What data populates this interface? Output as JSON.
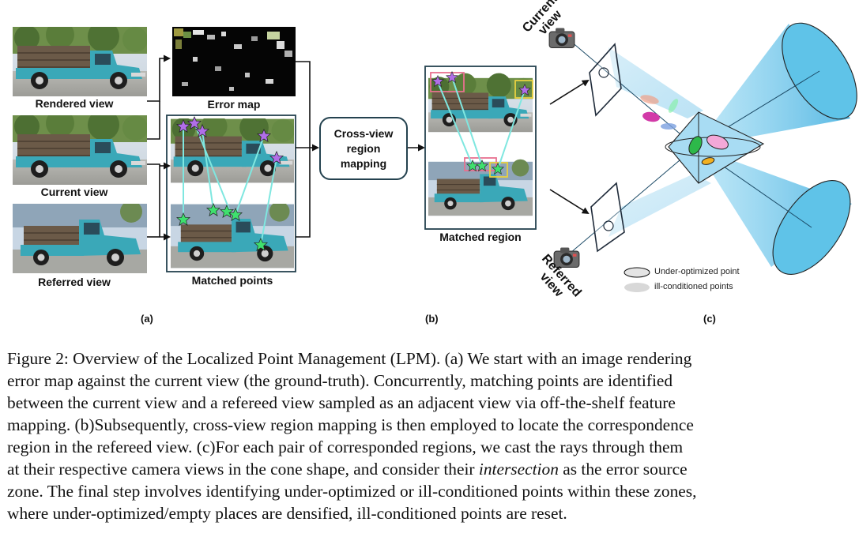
{
  "panel_a": {
    "rendered_label": "Rendered view",
    "current_label": "Current view",
    "referred_label": "Referred view",
    "error_label": "Error map",
    "matched_label": "Matched points",
    "panel_tag": "(a)"
  },
  "panel_b": {
    "box_line1": "Cross-view",
    "box_line2": "region",
    "box_line3": "mapping",
    "matched_region_label": "Matched region",
    "panel_tag": "(b)"
  },
  "panel_c": {
    "current_view_line1": "Current",
    "current_view_line2": "view",
    "referred_view_line1": "Referred",
    "referred_view_line2": "view",
    "legend_under": "Under-optimized point",
    "legend_ill": "ill-conditioned points",
    "panel_tag": "(c)"
  },
  "colors": {
    "box_border": "#24424f",
    "truck": "#3aa8b8",
    "cone": "#5fc3e8",
    "match_line": "#7fe7e0",
    "star_purple": "#b06ee8",
    "star_green": "#3fe06e"
  },
  "caption": {
    "line1_pre": "Figure 2:  Overview of the Localized Point Management (LPM). (a) We start with an image rendering",
    "line2": "error map against the current view (the ground-truth). Concurrently, matching points are identified",
    "line3": "between the current view and a refereed view sampled as an adjacent view via off-the-shelf feature",
    "line4": "mapping. (b)Subsequently, cross-view region mapping is then employed to locate the correspondence",
    "line5": "region in the refereed view. (c)For each pair of corresponded regions, we cast the rays through them",
    "line6_pre": "at their respective camera views in the cone shape, and consider their ",
    "line6_em": "intersection",
    "line6_post": " as the error source",
    "line7": "zone. The final step involves identifying under-optimized or ill-conditioned points within these zones,",
    "line8": "where under-optimized/empty places are densified, ill-conditioned points are reset."
  }
}
